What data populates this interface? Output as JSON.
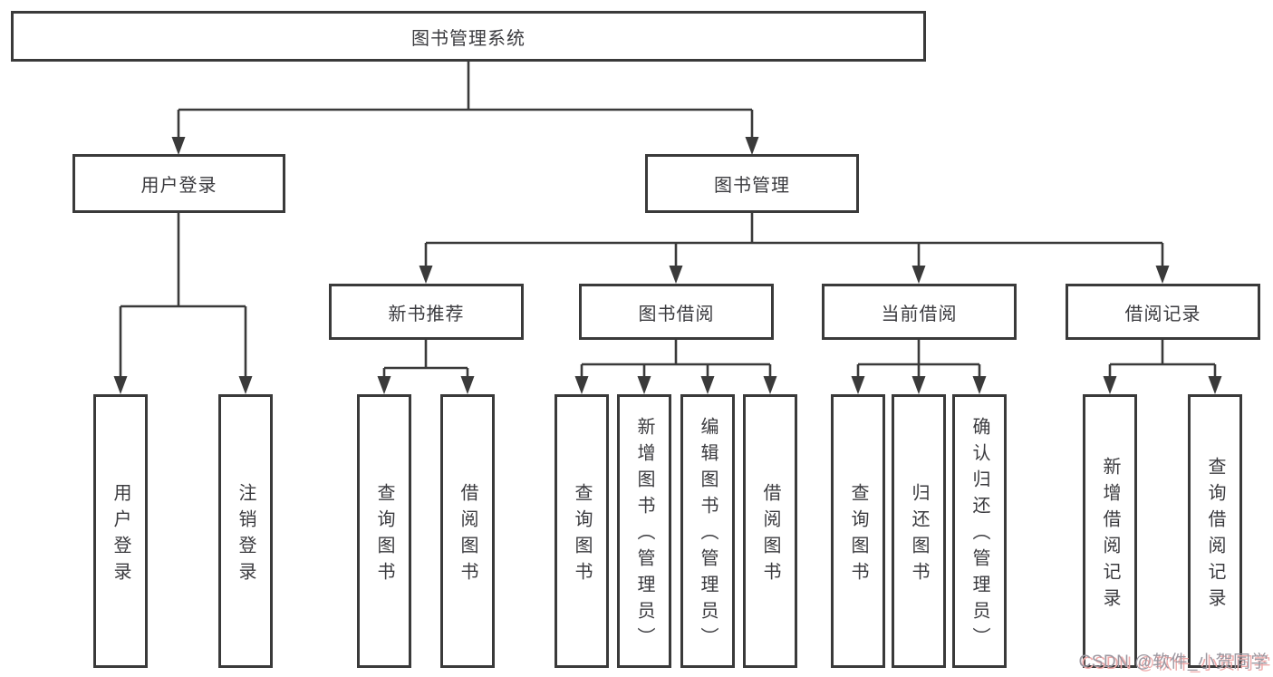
{
  "diagram": {
    "root": {
      "label": "图书管理系统"
    },
    "branches": [
      {
        "label": "用户登录",
        "children": [
          {
            "label": "用户登录"
          },
          {
            "label": "注销登录"
          }
        ]
      },
      {
        "label": "图书管理",
        "children": [
          {
            "label": "新书推荐",
            "children": [
              {
                "label": "查询图书"
              },
              {
                "label": "借阅图书"
              }
            ]
          },
          {
            "label": "图书借阅",
            "children": [
              {
                "label": "查询图书"
              },
              {
                "label": "新增图书（管理员）"
              },
              {
                "label": "编辑图书（管理员）"
              },
              {
                "label": "借阅图书"
              }
            ]
          },
          {
            "label": "当前借阅",
            "children": [
              {
                "label": "查询图书"
              },
              {
                "label": "归还图书"
              },
              {
                "label": "确认归还（管理员）"
              }
            ]
          },
          {
            "label": "借阅记录",
            "children": [
              {
                "label": "新增借阅记录"
              },
              {
                "label": "查询借阅记录"
              }
            ]
          }
        ]
      }
    ]
  },
  "watermark": {
    "text": "CSDN @软件_小贺同学"
  },
  "colors": {
    "line": "#3a3a3a",
    "box_border": "#3a3a3a",
    "text": "#3b3b3f",
    "background": "#ffffff",
    "watermark_gray": "#9b97a0",
    "watermark_red": "#efabab"
  }
}
